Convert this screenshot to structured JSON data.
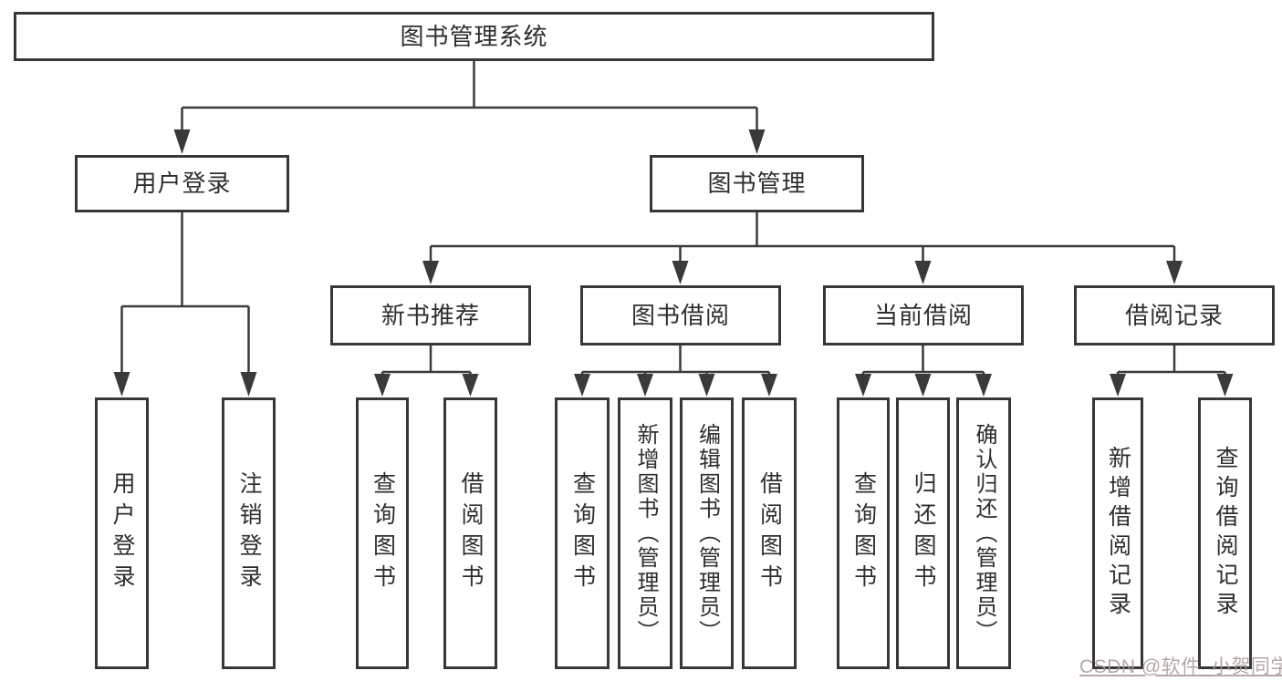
{
  "tree": {
    "root": {
      "label": "图书管理系统"
    },
    "children": [
      {
        "label": "用户登录",
        "children": [
          {
            "label": "用户登录"
          },
          {
            "label": "注销登录"
          }
        ]
      },
      {
        "label": "图书管理",
        "children": [
          {
            "label": "新书推荐",
            "children": [
              {
                "label": "查询图书"
              },
              {
                "label": "借阅图书"
              }
            ]
          },
          {
            "label": "图书借阅",
            "children": [
              {
                "label": "查询图书"
              },
              {
                "label": "新增图书（管理员）"
              },
              {
                "label": "编辑图书（管理员）"
              },
              {
                "label": "借阅图书"
              }
            ]
          },
          {
            "label": "当前借阅",
            "children": [
              {
                "label": "查询图书"
              },
              {
                "label": "归还图书"
              },
              {
                "label": "确认归还（管理员）"
              }
            ]
          },
          {
            "label": "借阅记录",
            "children": [
              {
                "label": "新增借阅记录"
              },
              {
                "label": "查询借阅记录"
              }
            ]
          }
        ]
      }
    ]
  },
  "watermark": {
    "text": "CSDN @软件_小贺同学",
    "color": "#aa9696"
  },
  "colors": {
    "line": "#3a3a3a",
    "box_border": "#373737",
    "text": "#2e2e2e",
    "background": "#ffffff"
  }
}
